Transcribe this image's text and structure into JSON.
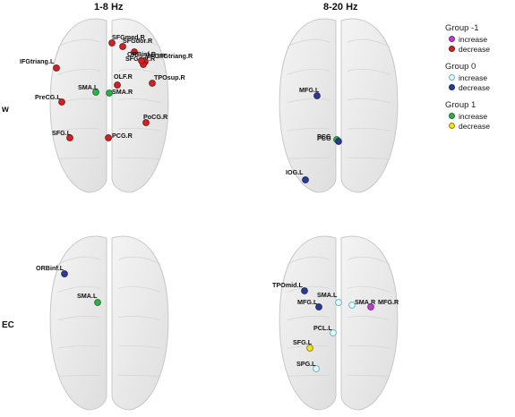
{
  "columns": {
    "left": "1-8 Hz",
    "right": "8-20 Hz"
  },
  "rows": {
    "top": "w",
    "bottom": "EC"
  },
  "legend": {
    "groups": [
      {
        "title": "Group -1",
        "items": [
          {
            "label": "increase",
            "color": "#c23ad6",
            "border": "#6a2a7a"
          },
          {
            "label": "decrease",
            "color": "#d32222",
            "border": "#7a1515"
          }
        ]
      },
      {
        "title": "Group 0",
        "items": [
          {
            "label": "increase",
            "color": "#e9f8fb",
            "border": "#4fb7c9"
          },
          {
            "label": "decrease",
            "color": "#2b3a93",
            "border": "#1b2560"
          }
        ]
      },
      {
        "title": "Group 1",
        "items": [
          {
            "label": "increase",
            "color": "#2fb14a",
            "border": "#1d6e2e"
          },
          {
            "label": "decrease",
            "color": "#f2e21b",
            "border": "#8a8010"
          }
        ]
      }
    ]
  },
  "panels": [
    {
      "id": "w-1-8",
      "nodes": [
        {
          "label": "SFGmed.R",
          "type": "g-1-dec"
        },
        {
          "label": "SFGdor.R",
          "type": "g-1-dec"
        },
        {
          "label": "SFGdor.R",
          "type": "g-1-dec"
        },
        {
          "label": "MFG.R",
          "type": "g-1-dec"
        },
        {
          "label": "IFGtriang.L",
          "type": "g-1-dec"
        },
        {
          "label": "IFGtriang.R",
          "type": "g-1-dec"
        },
        {
          "label": "ORBinf.R",
          "type": "g-1-dec"
        },
        {
          "label": "OLF.R",
          "type": "g-1-dec"
        },
        {
          "label": "TPOsup.R",
          "type": "g-1-dec"
        },
        {
          "label": "SMA.L",
          "type": "g1-inc"
        },
        {
          "label": "SMA.R",
          "type": "g1-inc"
        },
        {
          "label": "PreCG.L",
          "type": "g-1-dec"
        },
        {
          "label": "PoCG.R",
          "type": "g-1-dec"
        },
        {
          "label": "SFG.L",
          "type": "g-1-dec"
        },
        {
          "label": "PCG.R",
          "type": "g-1-dec"
        }
      ]
    },
    {
      "id": "w-8-20",
      "nodes": [
        {
          "label": "MFG.L",
          "type": "g0-dec"
        },
        {
          "label": "PCG",
          "type": "g1-inc"
        },
        {
          "label": "PCG",
          "type": "g0-dec"
        },
        {
          "label": "IOG.L",
          "type": "g0-dec"
        }
      ]
    },
    {
      "id": "ec-1-8",
      "nodes": [
        {
          "label": "ORBinf.L",
          "type": "g0-dec"
        },
        {
          "label": "SMA.L",
          "type": "g1-inc"
        }
      ]
    },
    {
      "id": "ec-8-20",
      "nodes": [
        {
          "label": "TPOmid.L",
          "type": "g0-dec"
        },
        {
          "label": "SMA.L",
          "type": "g0-inc"
        },
        {
          "label": "MFG.L",
          "type": "g0-dec"
        },
        {
          "label": "SMA.R",
          "type": "g0-inc"
        },
        {
          "label": "MFG.R",
          "type": "g-1-inc"
        },
        {
          "label": "PCL.L",
          "type": "g0-inc"
        },
        {
          "label": "SFG.L",
          "type": "g1-dec"
        },
        {
          "label": "SPG.L",
          "type": "g0-inc"
        }
      ]
    }
  ]
}
